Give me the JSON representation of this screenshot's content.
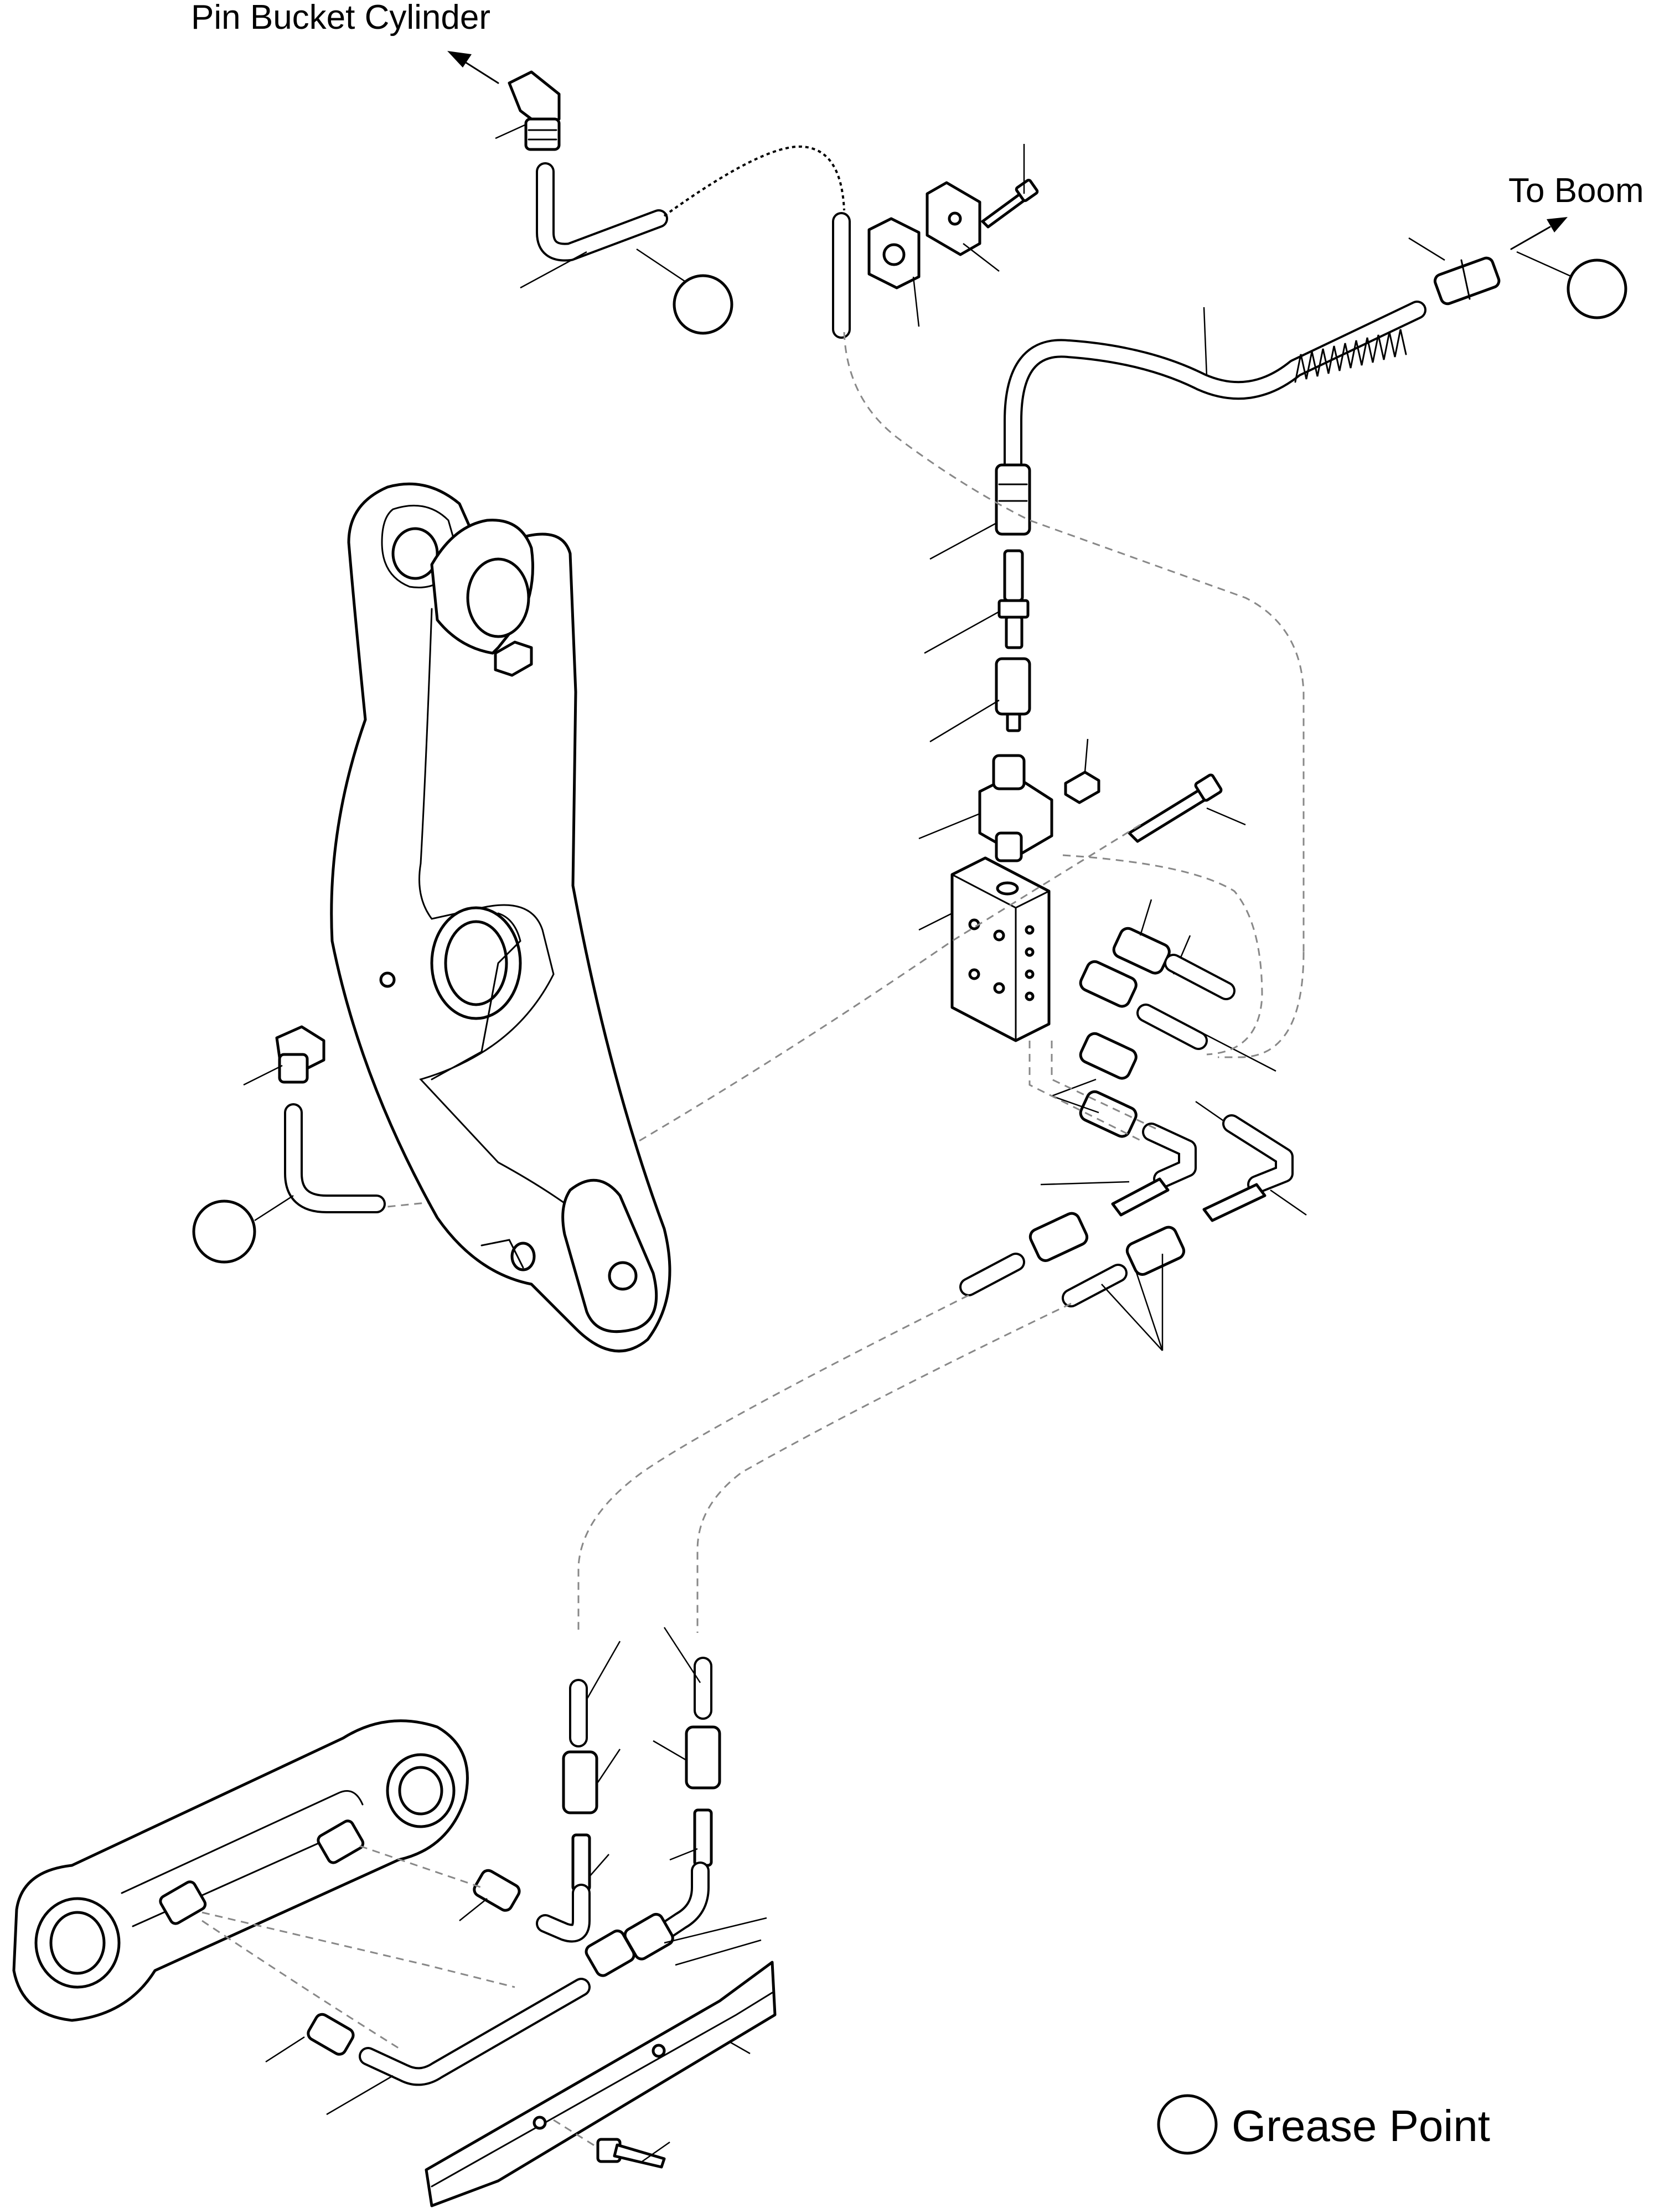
{
  "labels": {
    "pin_bucket_cylinder": "Pin Bucket Cylinder",
    "to_boom": "To Boom",
    "grease_point": "Grease Point"
  },
  "legend": {
    "symbol": "circle",
    "text_key": "grease_point"
  },
  "grease_point_count": 3,
  "colors": {
    "line": "#000000",
    "hidden_line": "#888888",
    "background": "#ffffff"
  },
  "icons": [
    "arrow-icon",
    "grease-point-circle-icon"
  ]
}
